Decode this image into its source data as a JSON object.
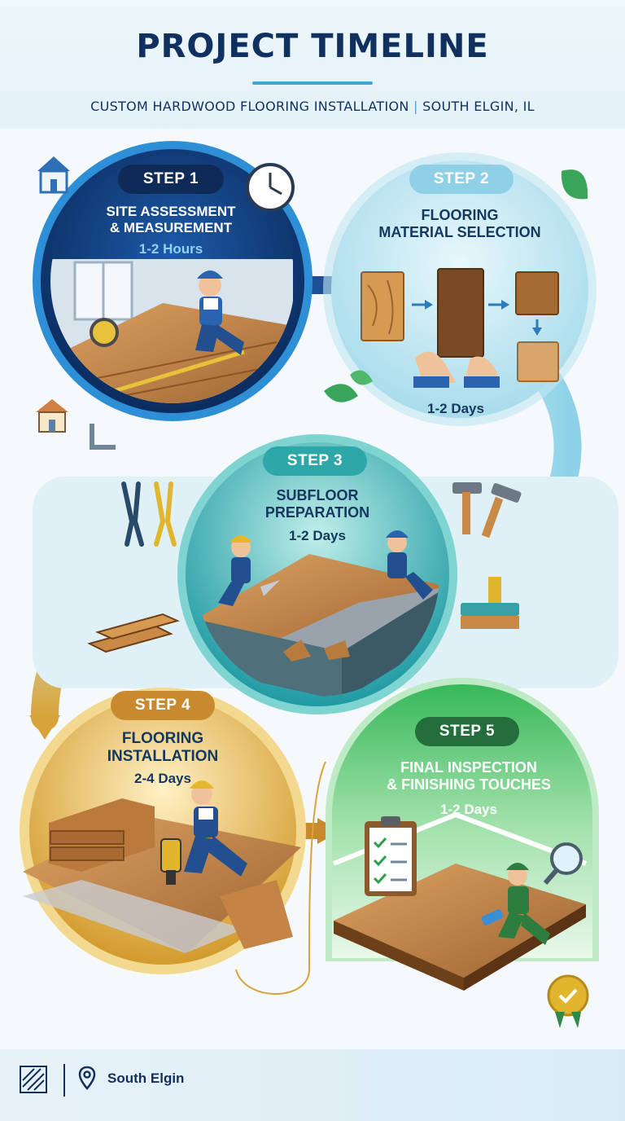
{
  "header": {
    "title": "PROJECT TIMELINE",
    "subtitle_left": "CUSTOM HARDWOOD FLOORING INSTALLATION",
    "subtitle_sep": "|",
    "subtitle_right": "SOUTH ELGIN, IL"
  },
  "steps": [
    {
      "badge": "STEP 1",
      "title_line1": "SITE ASSESSMENT",
      "title_line2": "& MEASUREMENT",
      "duration": "1-2 Hours"
    },
    {
      "badge": "STEP 2",
      "title_line1": "FLOORING",
      "title_line2": "MATERIAL SELECTION",
      "duration": "1-2 Days"
    },
    {
      "badge": "STEP 3",
      "title_line1": "SUBFLOOR",
      "title_line2": "PREPARATION",
      "duration": "1-2 Days"
    },
    {
      "badge": "STEP 4",
      "title_line1": "FLOORING",
      "title_line2": "INSTALLATION",
      "duration": "2-4 Days"
    },
    {
      "badge": "STEP 5",
      "title_line1": "FINAL INSPECTION",
      "title_line2": "& FINISHING TOUCHES",
      "duration": "1-2 Days"
    }
  ],
  "footer": {
    "location": "South Elgin",
    "logo_icon": "wood-grain-logo-icon",
    "location_icon": "map-pin-icon"
  },
  "colors": {
    "navy": "#10315f",
    "step1": "#0f3a78",
    "step2": "#bfe6f2",
    "step3": "#2fb3b6",
    "step4": "#e0b24a",
    "step5": "#3bbf5f",
    "wood": "#c98a47"
  }
}
